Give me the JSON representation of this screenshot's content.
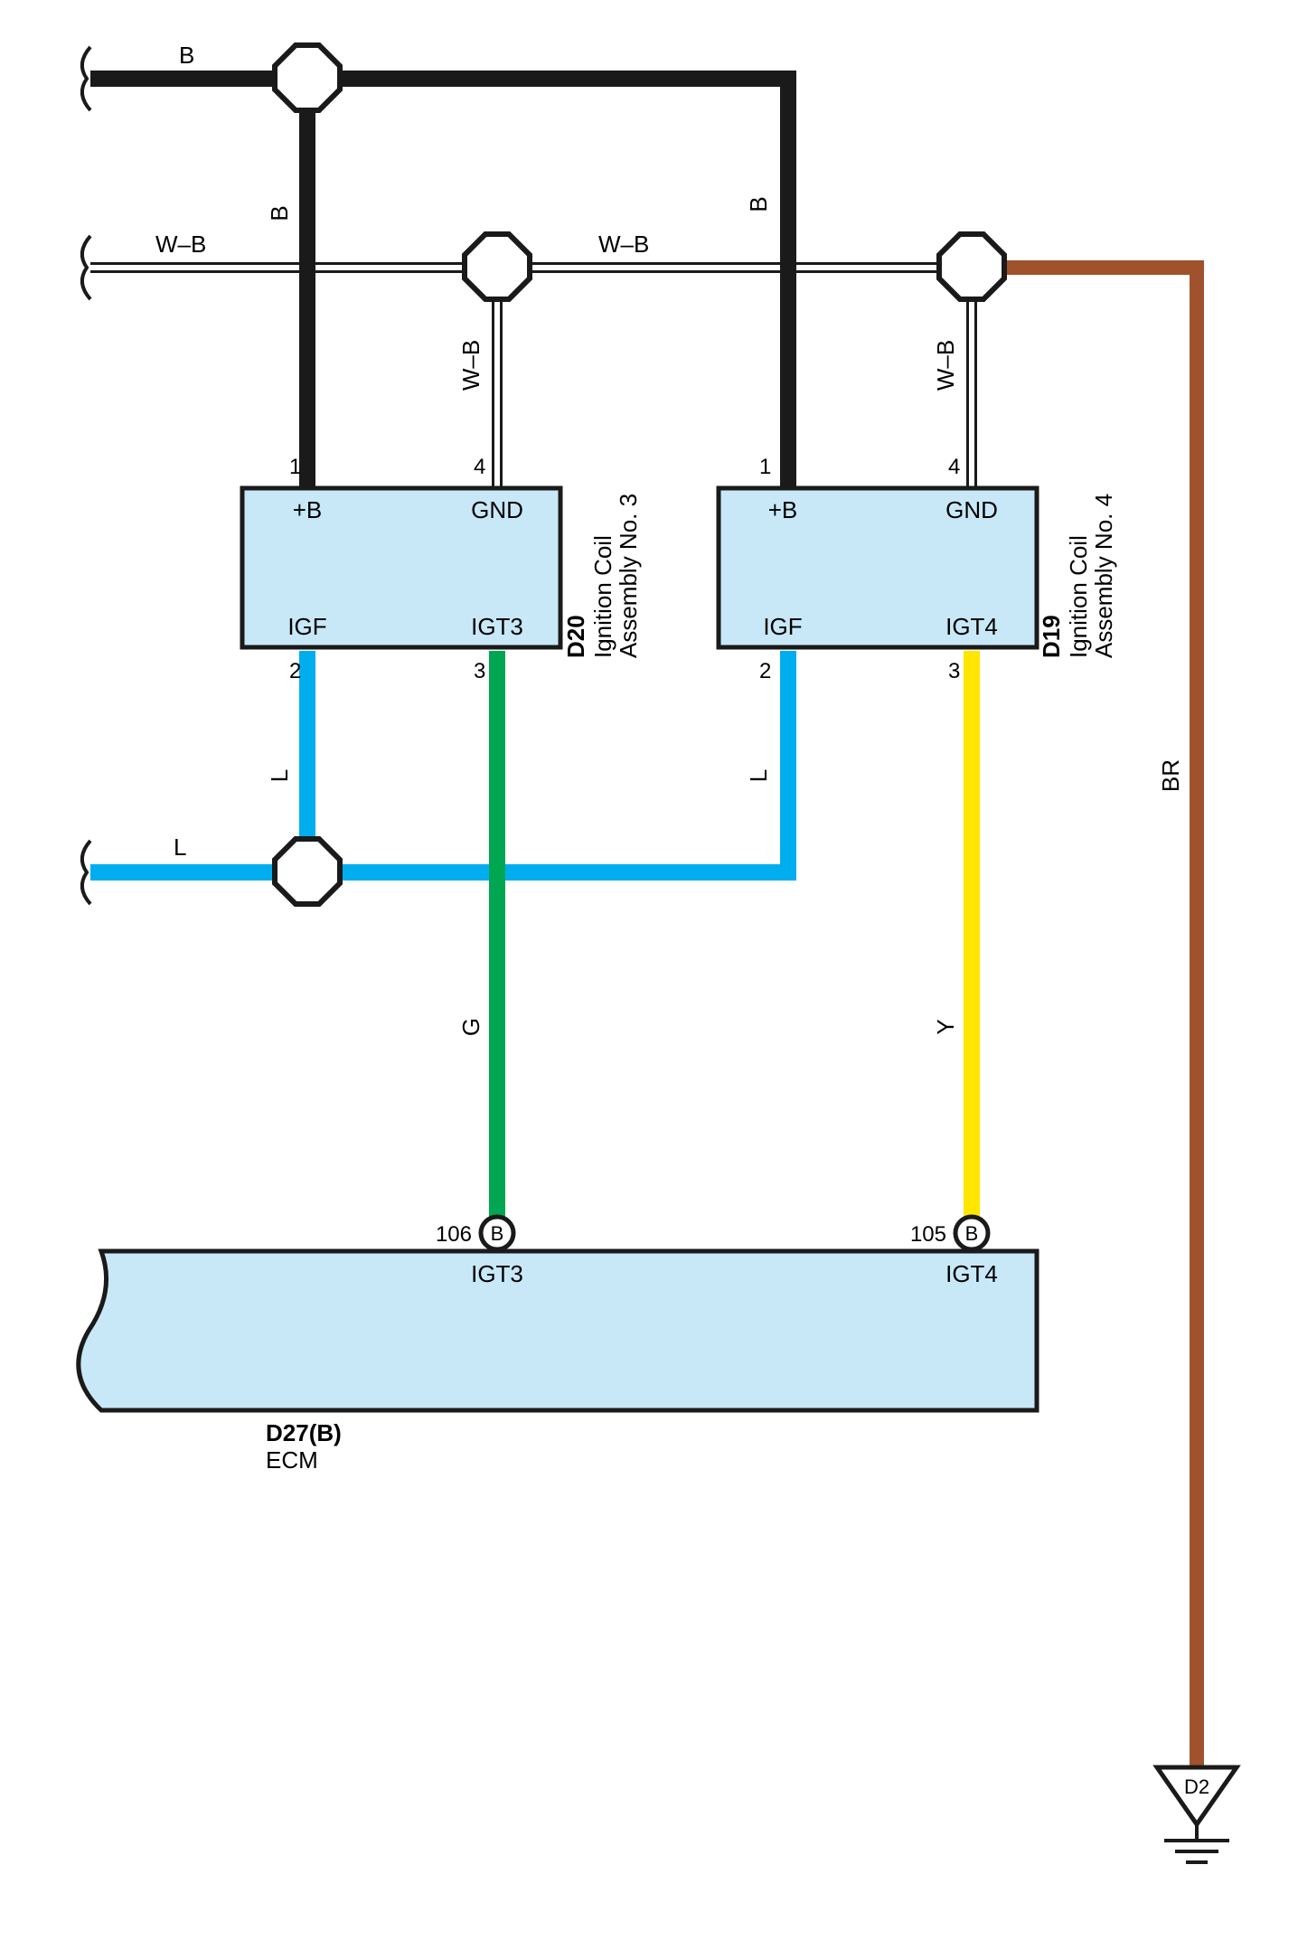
{
  "colors": {
    "black": "#1a1a1a",
    "white_black": "#ffffff",
    "blue": "#00aeef",
    "green": "#00a651",
    "yellow": "#ffe600",
    "brown": "#a0522d",
    "component_fill": "#c8e8f8"
  },
  "wires": {
    "b_label": "B",
    "wb_label": "W–B",
    "l_label": "L",
    "g_label": "G",
    "y_label": "Y",
    "br_label": "BR"
  },
  "coil3": {
    "id": "D20",
    "name": "Ignition Coil",
    "name2": "Assembly No.  3",
    "pin_plus_b": "+B",
    "pin_gnd": "GND",
    "pin_igf": "IGF",
    "pin_igt": "IGT3",
    "num_plus_b": "1",
    "num_gnd": "4",
    "num_igf": "2",
    "num_igt": "3"
  },
  "coil4": {
    "id": "D19",
    "name": "Ignition Coil",
    "name2": "Assembly No.  4",
    "pin_plus_b": "+B",
    "pin_gnd": "GND",
    "pin_igf": "IGF",
    "pin_igt": "IGT4",
    "num_plus_b": "1",
    "num_gnd": "4",
    "num_igf": "2",
    "num_igt": "3"
  },
  "ecm": {
    "id": "D27(B)",
    "name": "ECM",
    "pin_igt3": "IGT3",
    "pin_igt4": "IGT4",
    "num_igt3": "106",
    "num_igt4": "105",
    "connector_letter": "B"
  },
  "ground": {
    "id": "D2"
  }
}
